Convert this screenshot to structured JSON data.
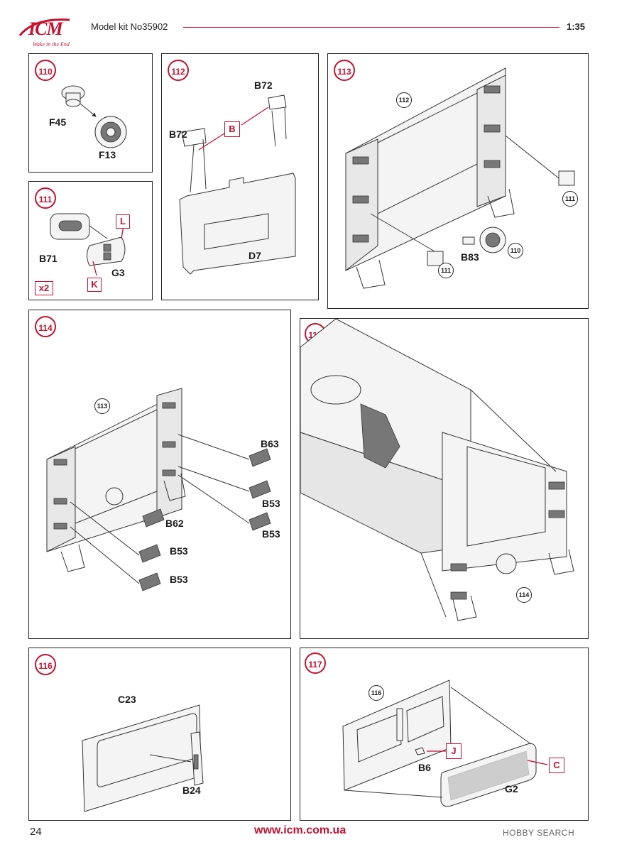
{
  "header": {
    "logo": "ICM",
    "tagline": "Wake in the End",
    "kit": "Model kit No35902",
    "scale": "1:35"
  },
  "steps": {
    "s110": {
      "num": "110",
      "labels": {
        "f45": "F45",
        "f13": "F13"
      }
    },
    "s111": {
      "num": "111",
      "labels": {
        "b71": "B71",
        "g3": "G3",
        "qty": "x2"
      },
      "paint": {
        "l": "L",
        "k": "K"
      }
    },
    "s112": {
      "num": "112",
      "labels": {
        "b72a": "B72",
        "b72b": "B72",
        "d7": "D7"
      },
      "paint": {
        "b": "B"
      }
    },
    "s113": {
      "num": "113",
      "labels": {
        "b83": "B83"
      },
      "refs": {
        "r112": "112",
        "r111a": "111",
        "r111b": "111",
        "r110": "110"
      }
    },
    "s114": {
      "num": "114",
      "labels": {
        "b63": "B63",
        "b53a": "B53",
        "b53b": "B53",
        "b62": "B62",
        "b53c": "B53",
        "b53d": "B53"
      },
      "refs": {
        "r113": "113"
      }
    },
    "s115": {
      "num": "115",
      "refs": {
        "r114": "114"
      }
    },
    "s116": {
      "num": "116",
      "labels": {
        "c23": "C23",
        "b24": "B24"
      }
    },
    "s117": {
      "num": "117",
      "labels": {
        "b6": "B6",
        "g2": "G2"
      },
      "refs": {
        "r116": "116"
      },
      "paint": {
        "j": "J",
        "c": "C"
      }
    }
  },
  "footer": {
    "page": "24",
    "url": "www.icm.com.ua",
    "watermark": "HOBBY SEARCH"
  },
  "colors": {
    "accent": "#c8102e",
    "line": "#222222"
  }
}
